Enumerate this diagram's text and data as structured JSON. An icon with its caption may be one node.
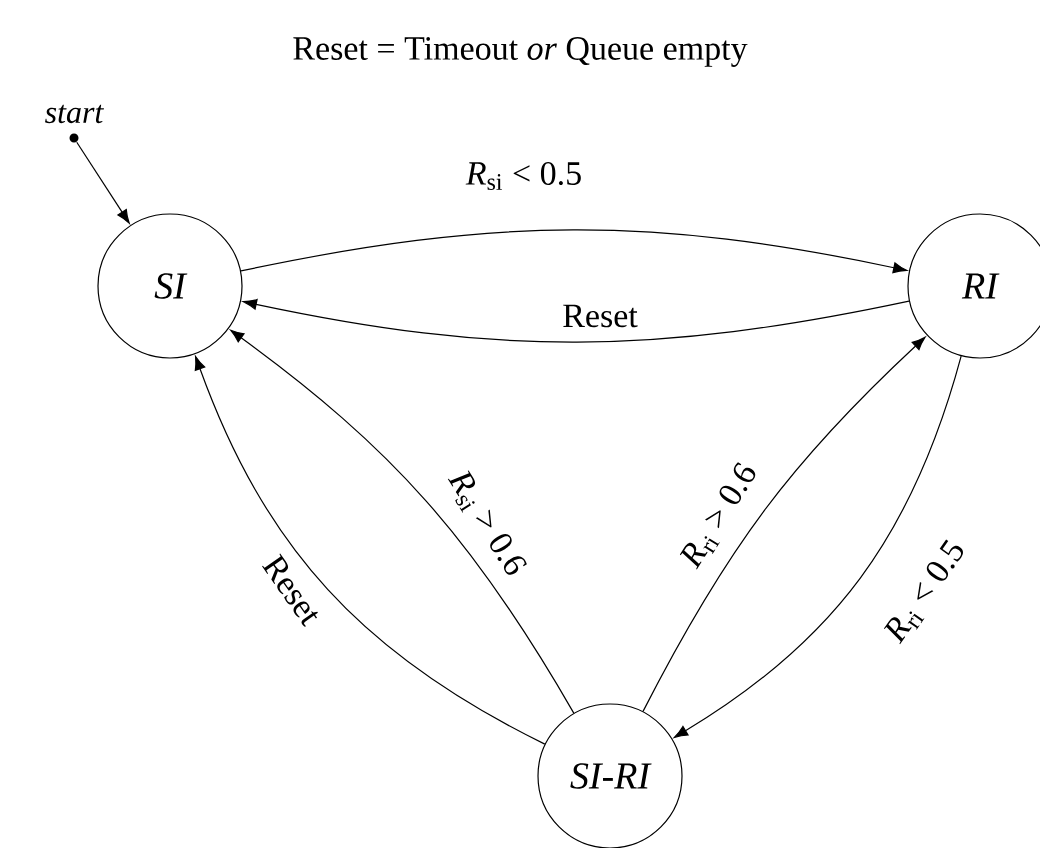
{
  "diagram": {
    "title": "Reset = Timeout *or* Queue empty",
    "nodes": [
      {
        "text": [],
        "shape": "circle"
      },
      {
        "text": [
          "SI"
        ]
      },
      {
        "text": [
          "RI"
        ]
      },
      {
        "text": [
          "SI-RI"
        ]
      }
    ],
    "edges": [
      {
        "from": 0,
        "to": 1,
        "arrow": "to"
      },
      {
        "from": 1,
        "to": 2,
        "arrow": "to",
        "label": "*R*$_{si}$ < 0.5"
      },
      {
        "from": 2,
        "to": 1,
        "arrow": "to",
        "label": "Reset"
      },
      {
        "from": 3,
        "to": 1,
        "arrow": "to",
        "label": "*R*$_{si}$ > 0.6"
      },
      {
        "from": 3,
        "to": 1,
        "arrow": "to",
        "label": "Reset"
      },
      {
        "from": 3,
        "to": 2,
        "arrow": "to",
        "label": "*R*$_{ri}$ > 0.6"
      },
      {
        "from": 2,
        "to": 3,
        "arrow": "to",
        "label": "*R*$_{ri}$ < 0.5"
      }
    ],
    "labels": [
      "start"
    ]
  }
}
